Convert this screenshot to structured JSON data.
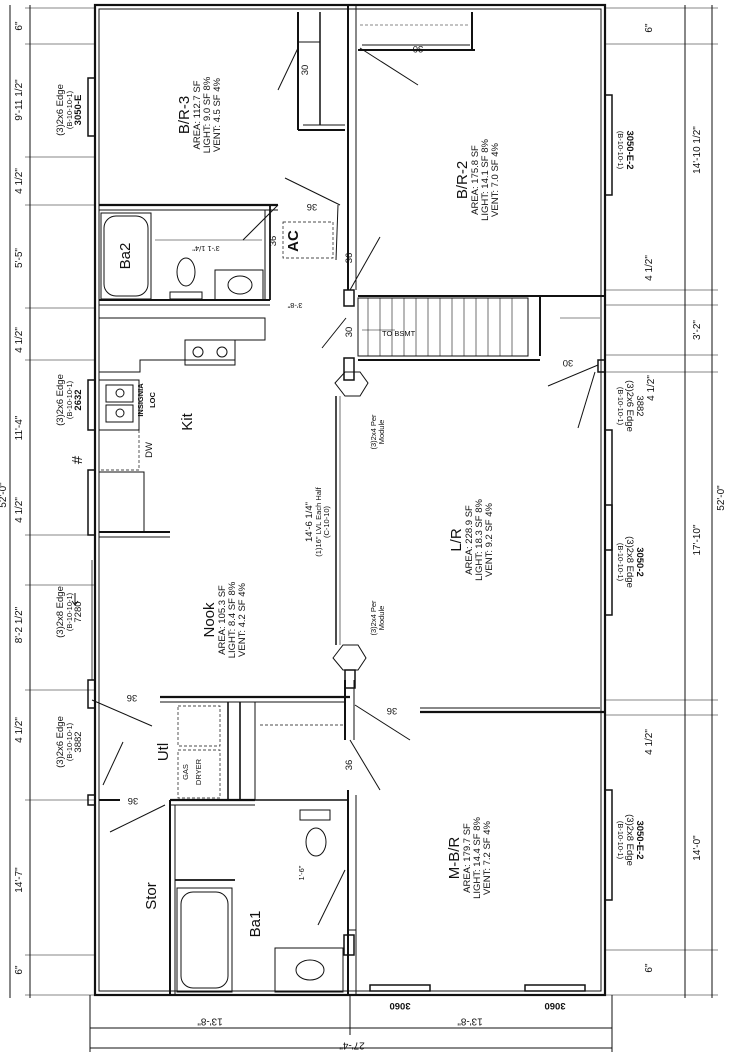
{
  "rooms": {
    "br3": {
      "name": "B/R-3",
      "area": "AREA:  112.7 SF",
      "light": "LIGHT: 9.0 SF 8%",
      "vent": "VENT:  4.5 SF 4%"
    },
    "br2": {
      "name": "B/R-2",
      "area": "AREA:  175.8 SF",
      "light": "LIGHT: 14.1 SF 8%",
      "vent": "VENT:  7.0 SF 4%"
    },
    "lr": {
      "name": "L/R",
      "area": "AREA:  228.9 SF",
      "light": "LIGHT: 18.3 SF 8%",
      "vent": "VENT:  9.2 SF 4%"
    },
    "nook": {
      "name": "Nook",
      "area": "AREA:  105.3 SF",
      "light": "LIGHT: 8.4 SF 8%",
      "vent": "VENT:  4.2 SF 4%"
    },
    "mbr": {
      "name": "M-B/R",
      "area": "AREA:  179.7 SF",
      "light": "LIGHT: 14.4 SF 8%",
      "vent": "VENT:  7.2 SF 4%"
    },
    "ba2": "Ba2",
    "ba1": "Ba1",
    "kit": "Kit",
    "utl": "Utl",
    "stor": "Stor",
    "ac": "AC"
  },
  "fixtures": {
    "gas": "GAS",
    "dryer": "DRYER",
    "dw": "DW",
    "insignia": "INSIGNIA",
    "loc": "LOC",
    "hash": "#",
    "to_bsmt": "TO BSMT"
  },
  "windows": {
    "w_br3": {
      "edge": "(3)2x6 Edge",
      "ref": "(B-10-10-1)",
      "size": "3050-E"
    },
    "w_kit": {
      "edge": "(3)2x6 Edge",
      "ref": "(B-10-10-1)",
      "size": "2632"
    },
    "w_nook": {
      "edge": "(3)2x8 Edge",
      "ref": "(B-10-10-1)",
      "size": "7280"
    },
    "w_utl": {
      "edge": "(3)2x6 Edge",
      "ref": "(B-10-10-1)",
      "size": "3882"
    },
    "w_br2": {
      "size": "3050-E-2",
      "ref": "(B-10-10-1)"
    },
    "w_lr_top": {
      "size": "3882",
      "edge": "(3)2x6 Edge",
      "ref": "(B-10-10-1)"
    },
    "w_lr": {
      "size": "3050-2",
      "edge": "(3)2x8 Edge",
      "ref": "(B-10-10-1)"
    },
    "w_mbr": {
      "size": "3050-E-2",
      "edge": "(3)2x8 Edge",
      "ref": "(B-10-10-1)"
    },
    "w_bottom1": "3060",
    "w_bottom2": "3060"
  },
  "doors": {
    "d30a": "30",
    "d30b": "30",
    "d30c": "30",
    "d30d": "30",
    "d36a": "36",
    "d36b": "36",
    "d36c": "36",
    "d36d": "36",
    "d36e": "36",
    "d36f": "36",
    "d36g": "36"
  },
  "notes": {
    "post1": "(3)2x4 Per",
    "post1b": "Module",
    "post2": "(3)2x4 Per",
    "post2b": "Module",
    "beam": "14'-6 1/4\"",
    "beam2": "(1)16\" LVL Each Half",
    "beam3": "(C-10-10)",
    "ba2_dim": "3'-1 1/4\"",
    "hall_dim": "3'-8\"",
    "ba1_dim": "1'-6\""
  },
  "dims_left": [
    "6\"",
    "9'-11 1/2\"",
    "4 1/2\"",
    "5'-5\"",
    "4 1/2\"",
    "11'-4\"",
    "4 1/2\"",
    "8'-2 1/2\"",
    "4 1/2\"",
    "14'-7\"",
    "6\""
  ],
  "dims_right": [
    "6\"",
    "14'-10 1/2\"",
    "4 1/2\"",
    "3'-2\"",
    "4 1/2\"",
    "17'-10\"",
    "4 1/2\"",
    "14'-0\"",
    "6\""
  ],
  "dims_overall": {
    "left": "52'-0\"",
    "right": "52'-0\"",
    "bottom_a": "13'-8\"",
    "bottom_b": "13'-8\"",
    "bottom_total": "27'-4\""
  }
}
